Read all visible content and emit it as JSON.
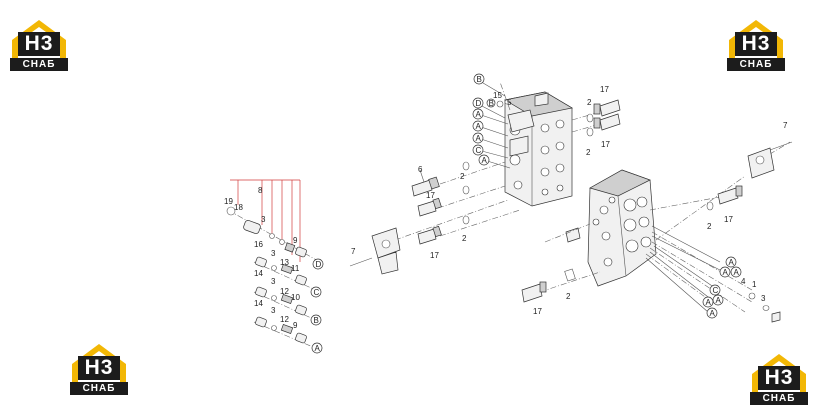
{
  "logo": {
    "mark": "H3",
    "band": "СНАБ",
    "accent": "#f2b705",
    "dark": "#1c1c1c"
  },
  "callouts": {
    "c1": "1",
    "c2": "2",
    "c3": "3",
    "c4": "4",
    "c5": "5",
    "c6": "6",
    "c7": "7",
    "c8": "8",
    "c9": "9",
    "c10": "10",
    "c11": "11",
    "c12": "12",
    "c13": "13",
    "c14": "14",
    "c15": "15",
    "c16": "16",
    "c17": "17",
    "c18": "18",
    "c19": "19",
    "A": "A",
    "B": "B",
    "C": "C",
    "D": "D"
  }
}
